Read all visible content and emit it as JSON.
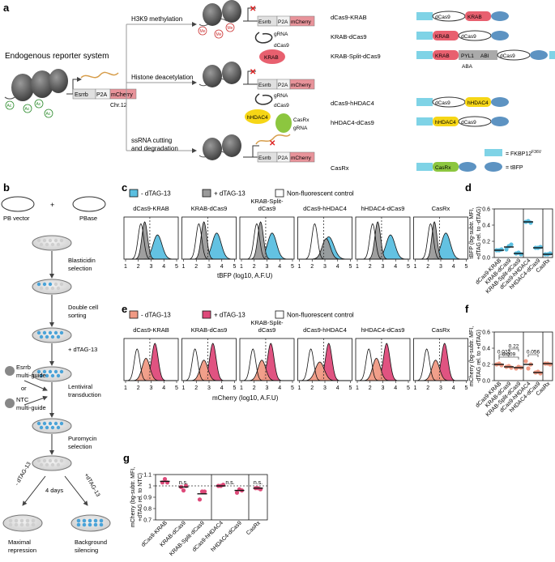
{
  "colors": {
    "krab": "#e8606f",
    "hdac4": "#f6d616",
    "casrx": "#8cc63f",
    "fkbp": "#7fd3e6",
    "tbfp": "#5d93c2",
    "mcherry_box": "#e8939a",
    "minus_dtag_blue": "#5bbfe0",
    "plus_dtag_grey": "#9a9a9a",
    "minus_dtag_salmon": "#f09a84",
    "plus_dtag_pink": "#de4a7a",
    "black": "#111111"
  },
  "panel_a": {
    "letter": "a",
    "system_label": "Endogenous reporter system",
    "branches": [
      "H3K9 methylation",
      "Histone deacetylation",
      "ssRNA cutting\nand degradation"
    ],
    "reporter": {
      "esrrb": "Esrrb",
      "p2a": "P2A",
      "mcherry": "mCherry",
      "chr": "Chr.12"
    },
    "me_label": "Me",
    "ac_label": "Ac",
    "krab_blob": "KRAB",
    "hdac4_blob": "hHDAC4",
    "grna": "gRNA",
    "dcas9": "dCas9",
    "casrx_blob": "CasRx",
    "constructs": [
      {
        "name": "dCas9-KRAB",
        "parts": [
          "dCas9",
          "KRAB"
        ]
      },
      {
        "name": "KRAB-dCas9",
        "parts": [
          "KRAB",
          "dCas9"
        ]
      },
      {
        "name": "KRAB-Split-dCas9",
        "parts": [
          "KRAB",
          "PYL1",
          "ABI",
          "dCas9"
        ],
        "aba": "ABA"
      },
      {
        "name": "dCas9-hHDAC4",
        "parts": [
          "dCas9",
          "hHDAC4"
        ]
      },
      {
        "name": "hHDAC4-dCas9",
        "parts": [
          "hHDAC4",
          "dCas9"
        ]
      },
      {
        "name": "CasRx",
        "parts": [
          "CasRx"
        ]
      }
    ],
    "legend": {
      "fkbp": "= FKBP12",
      "fkbp_sup": "F36V",
      "tbfp": "= tBFP"
    }
  },
  "panel_b": {
    "letter": "b",
    "pb_vector": "PB vector",
    "plus": "+",
    "pbase": "PBase",
    "steps": [
      "Blasticidin\nselection",
      "Double cell\nsorting",
      "+ dTAG-13",
      "Lentiviral\ntransduction",
      "Puromycin\nselection"
    ],
    "esrrb_guide": "Esrrb\nmulti-guide",
    "or": "or",
    "ntc_guide": "NTC\nmulti-guide",
    "days": "4 days",
    "minus_dtag": "- dTAG-13",
    "plus_dtag": "+dTAG-13",
    "outcome_left": "Maximal\nrepression",
    "outcome_right": "Background\nsilencing"
  },
  "panel_c": {
    "letter": "c",
    "legend": [
      "- dTAG-13",
      "+ dTAG-13",
      "Non-fluorescent control"
    ],
    "panels": [
      "dCas9-KRAB",
      "KRAB-dCas9",
      "KRAB-Split-\ndCas9",
      "dCas9-hHDAC4",
      "hHDAC4-dCas9",
      "CasRx"
    ],
    "ticks": [
      "1",
      "2",
      "3",
      "4",
      "5"
    ],
    "xlabel": "tBFP (log10, A.F.U)"
  },
  "panel_e": {
    "letter": "e",
    "legend": [
      "- dTAG-13",
      "+ dTAG-13",
      "Non-fluorescent control"
    ],
    "panels": [
      "dCas9-KRAB",
      "KRAB-dCas9",
      "KRAB-Split-\ndCas9",
      "dCas9-hHDAC4",
      "hHDAC4-dCas9",
      "CasRx"
    ],
    "ticks": [
      "1",
      "2",
      "3",
      "4",
      "5"
    ],
    "xlabel": "mCherry (log10, A.F.U)"
  },
  "chart_data": [
    {
      "panel": "d",
      "type": "scatter",
      "ylabel": "tBFP (bg-subtr. MFI,\n+dTAG rel. to -dTAG)",
      "ylim": [
        0,
        0.6
      ],
      "yticks": [
        "0.0",
        "0.2",
        "0.4",
        "0.6"
      ],
      "categories": [
        "dCas9-KRAB",
        "KRAB-dCas9",
        "KRAB-Split-dCas9",
        "dCas9-hHDAC4",
        "hHDAC4-dCas9",
        "CasRx"
      ],
      "means": [
        0.09,
        0.13,
        0.05,
        0.44,
        0.12,
        0.04
      ],
      "points": [
        [
          0.09,
          0.09,
          0.1
        ],
        [
          0.1,
          0.14,
          0.16
        ],
        [
          0.05,
          0.06,
          0.04
        ],
        [
          0.44,
          0.45,
          0.43
        ],
        [
          0.12,
          0.12,
          0.13
        ],
        [
          0.04,
          0.04,
          0.05
        ]
      ],
      "color": "#5bbfe0"
    },
    {
      "panel": "f",
      "type": "scatter",
      "ylabel": "mCherry (bg-subtr. MFI,\n-dTAG rel. to +dTAG)",
      "ylim": [
        0,
        0.6
      ],
      "yticks": [
        "0.0",
        "0.2",
        "0.4",
        "0.6"
      ],
      "categories": [
        "dCas9-KRAB",
        "KRAB-dCas9",
        "KRAB-Split-dCas9",
        "dCas9-hHDAC4",
        "hHDAC4-dCas9",
        "CasRx"
      ],
      "means": [
        0.2,
        0.17,
        0.16,
        0.2,
        0.1,
        0.21
      ],
      "points": [
        [
          0.2,
          0.21,
          0.19
        ],
        [
          0.17,
          0.18,
          0.16
        ],
        [
          0.15,
          0.17,
          0.16
        ],
        [
          0.24,
          0.15,
          0.2
        ],
        [
          0.1,
          0.11,
          0.09
        ],
        [
          0.21,
          0.21,
          0.2
        ]
      ],
      "color": "#f09a84",
      "annotations": [
        {
          "label": "0.009",
          "from": 0,
          "to": 2
        },
        {
          "label": "0.022",
          "from": 0,
          "to": 1
        },
        {
          "label": "0.22",
          "from": 1,
          "to": 2
        },
        {
          "label": "0.056",
          "from": 3,
          "to": 4
        }
      ]
    },
    {
      "panel": "g",
      "type": "scatter",
      "ylabel": "mCherry (bg-subtr. MFI,\n+dTAG rel. to NTC)",
      "ylim": [
        0.7,
        1.1
      ],
      "yticks": [
        "0.7",
        "0.8",
        "0.9",
        "1",
        "1.1"
      ],
      "categories": [
        "dCas9-KRAB",
        "KRAB-dCas9",
        "KRAB-Split-dCas9",
        "dCas9-hHDAC4",
        "hHDAC4-dCas9",
        "CasRx"
      ],
      "means": [
        1.04,
        0.99,
        0.93,
        1.0,
        0.96,
        0.98
      ],
      "points": [
        [
          1.03,
          1.06,
          1.03
        ],
        [
          0.99,
          0.96,
          1.0
        ],
        [
          0.88,
          0.95,
          0.95
        ],
        [
          1.0,
          1.0,
          1.01
        ],
        [
          0.94,
          0.97,
          0.96
        ],
        [
          0.98,
          0.98,
          0.97
        ]
      ],
      "color": "#de4a7a",
      "annotations": [
        {
          "label": "n.s.",
          "group": [
            0,
            2
          ]
        },
        {
          "label": "n.s.",
          "group": [
            3,
            4
          ]
        },
        {
          "label": "n.s.",
          "group": [
            5,
            5
          ]
        }
      ]
    }
  ]
}
